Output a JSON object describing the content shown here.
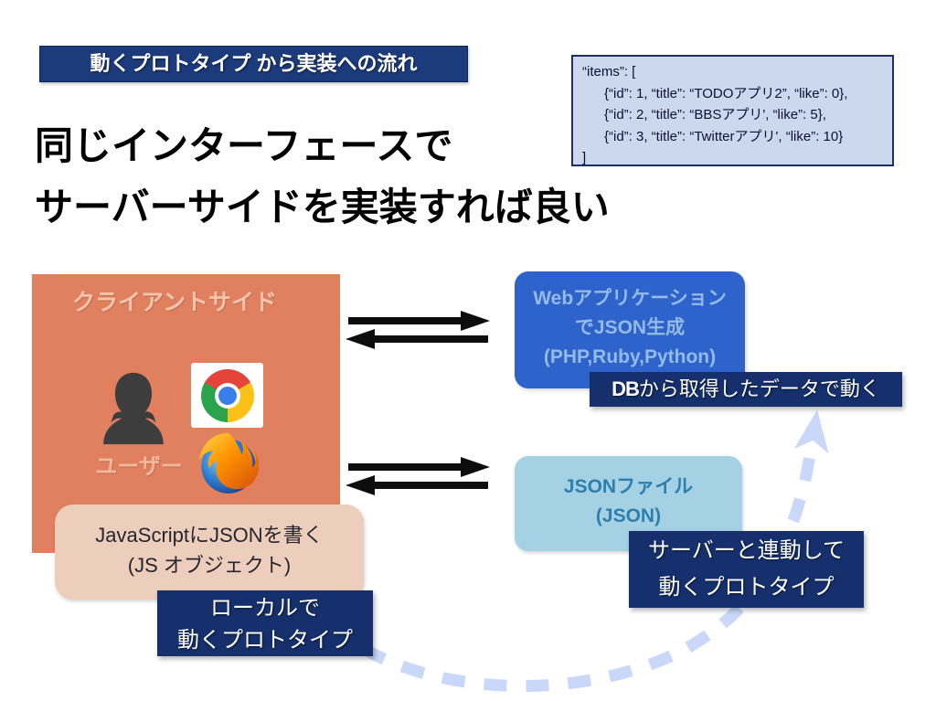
{
  "title_banner": {
    "label": "動くプロトタイプ から実装への流れ"
  },
  "code_box": {
    "lines": [
      "“items”: [",
      "{“id”: 1, “title”: “TODOアプリ2”, “like”: 0},",
      "{“id”: 2, “title”: “BBSアプリ', “like”: 5},",
      "{“id”: 3, “title”: “Twitterアプリ', “like”: 10}",
      "]"
    ]
  },
  "heading": {
    "line1": "同じインターフェースで",
    "line2": "サーバーサイドを実装すれば良い"
  },
  "client": {
    "label": "クライアントサイド",
    "user_label": "ユーザー",
    "browser_icons": [
      "chrome-browser-icon",
      "firefox-browser-icon"
    ]
  },
  "web_app": {
    "line1": "Webアプリケーション",
    "line2": "でJSON生成",
    "line3": "(PHP,Ruby,Python)"
  },
  "db_banner": {
    "bold": "DB",
    "rest": "から取得したデータで動く"
  },
  "json_file": {
    "line1": "JSONファイル",
    "line2": "(JSON)"
  },
  "server_banner": {
    "line1": "サーバーと連動して",
    "line2": "動くプロトタイプ"
  },
  "js_note": {
    "line1": "JavaScriptにJSONを書く",
    "line2": "(JS オブジェクト)"
  },
  "local_banner": {
    "line1": "ローカルで",
    "line2": "動くプロトタイプ"
  },
  "colors": {
    "navy_title": "#1c3b7c",
    "navy_banner": "#15306c",
    "client_orange": "#e0805e",
    "client_label_text": "#f3c5ae",
    "salmon_note": "#edcdbb",
    "web_app_blue": "#2f63cc",
    "web_app_text": "#93bbe6",
    "json_lightblue": "#a5d1e4",
    "json_text": "#2e7fae",
    "code_bg": "#ccd8ee",
    "dashed_arc": "#c9d8f8",
    "arrow_black": "#0d0d0d"
  }
}
